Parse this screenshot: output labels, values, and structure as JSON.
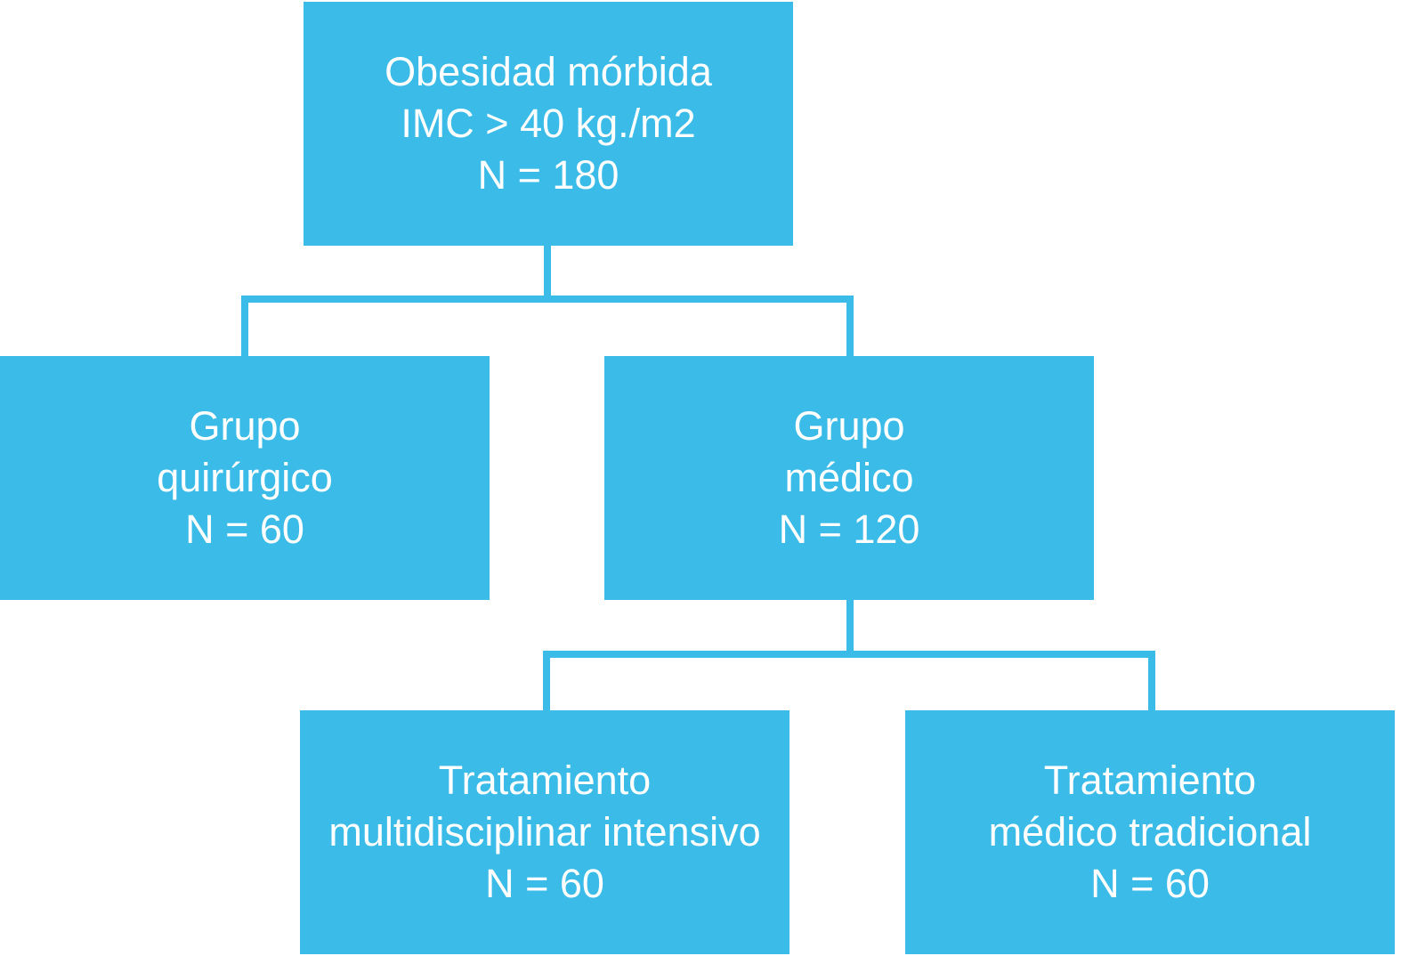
{
  "colors": {
    "box_fill": "#3bbbe8",
    "connector": "#3bbbe8",
    "text": "#ffffff",
    "background": "#ffffff"
  },
  "nodes": {
    "root": {
      "line1": "Obesidad mórbida",
      "line2": "IMC > 40 kg./m2",
      "line3": "N = 180"
    },
    "surgical": {
      "line1": "Grupo",
      "line2": "quirúrgico",
      "line3": "N = 60"
    },
    "medical": {
      "line1": "Grupo",
      "line2": "médico",
      "line3": "N = 120"
    },
    "intensive": {
      "line1": "Tratamiento",
      "line2": "multidisciplinar intensivo",
      "line3": "N = 60"
    },
    "traditional": {
      "line1": "Tratamiento",
      "line2": "médico tradicional",
      "line3": "N = 60"
    }
  },
  "edges": [
    {
      "from": "root",
      "to": "surgical"
    },
    {
      "from": "root",
      "to": "medical"
    },
    {
      "from": "medical",
      "to": "intensive"
    },
    {
      "from": "medical",
      "to": "traditional"
    }
  ]
}
